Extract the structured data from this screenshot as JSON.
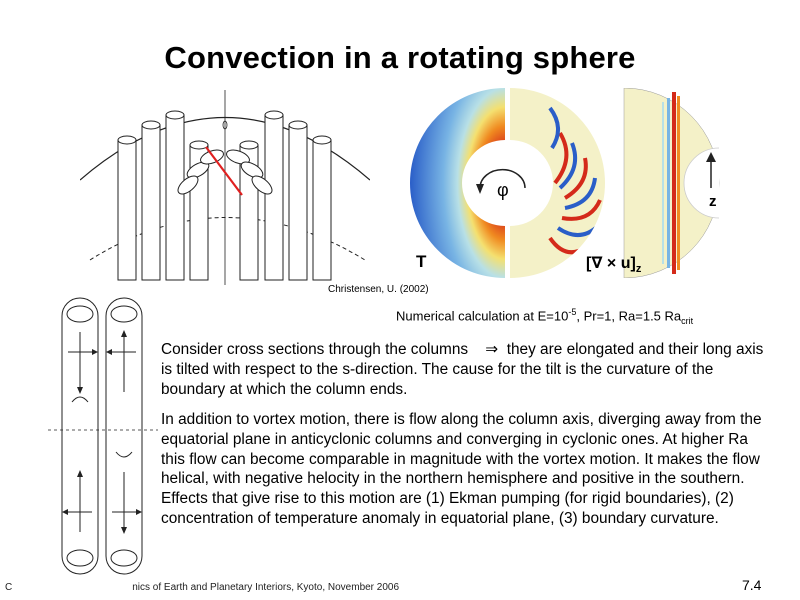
{
  "title": "Convection in a rotating sphere",
  "credit": "Christensen, U. (2002)",
  "numerical": {
    "prefix": "Numerical calculation at E=10",
    "exp": "-5",
    "middle": ", Pr=1, Ra=1.5 Ra",
    "sub": "crit"
  },
  "labels": {
    "T": "T",
    "curl_open": "[",
    "curl_op": "∇ × u",
    "curl_close": "]",
    "curl_sub": "z",
    "z": "z",
    "phi": "φ"
  },
  "paragraph1": {
    "before": "Consider cross sections through the columns",
    "arrow": "⇒",
    "after": "they are elongated and their long axis is tilted with respect to the s-direction. The cause for the tilt is the curvature of the boundary at which the column ends."
  },
  "paragraph2": "In addition to vortex motion, there is flow along the column axis, diverging away from the equatorial plane in anticyclonic columns and converging in cyclonic ones. At higher Ra this flow can become comparable in magnitude with the vortex motion. It makes the flow helical, with negative helocity in the northern hemisphere and positive in the southern. Effects that give rise to this motion are (1) Ekman pumping (for rigid boundaries), (2) concentration of temperature anomaly in equatorial plane, (3) boundary curvature.",
  "footer": {
    "left": "C",
    "right": "nics of Earth and Planetary Interiors, Kyoto, November 2006"
  },
  "page_number": "7.4",
  "colors": {
    "tilt_line": "#e02020",
    "field_bg": "#f4f1c8",
    "hot": "#d42a1a",
    "cold": "#2a5ec8"
  }
}
